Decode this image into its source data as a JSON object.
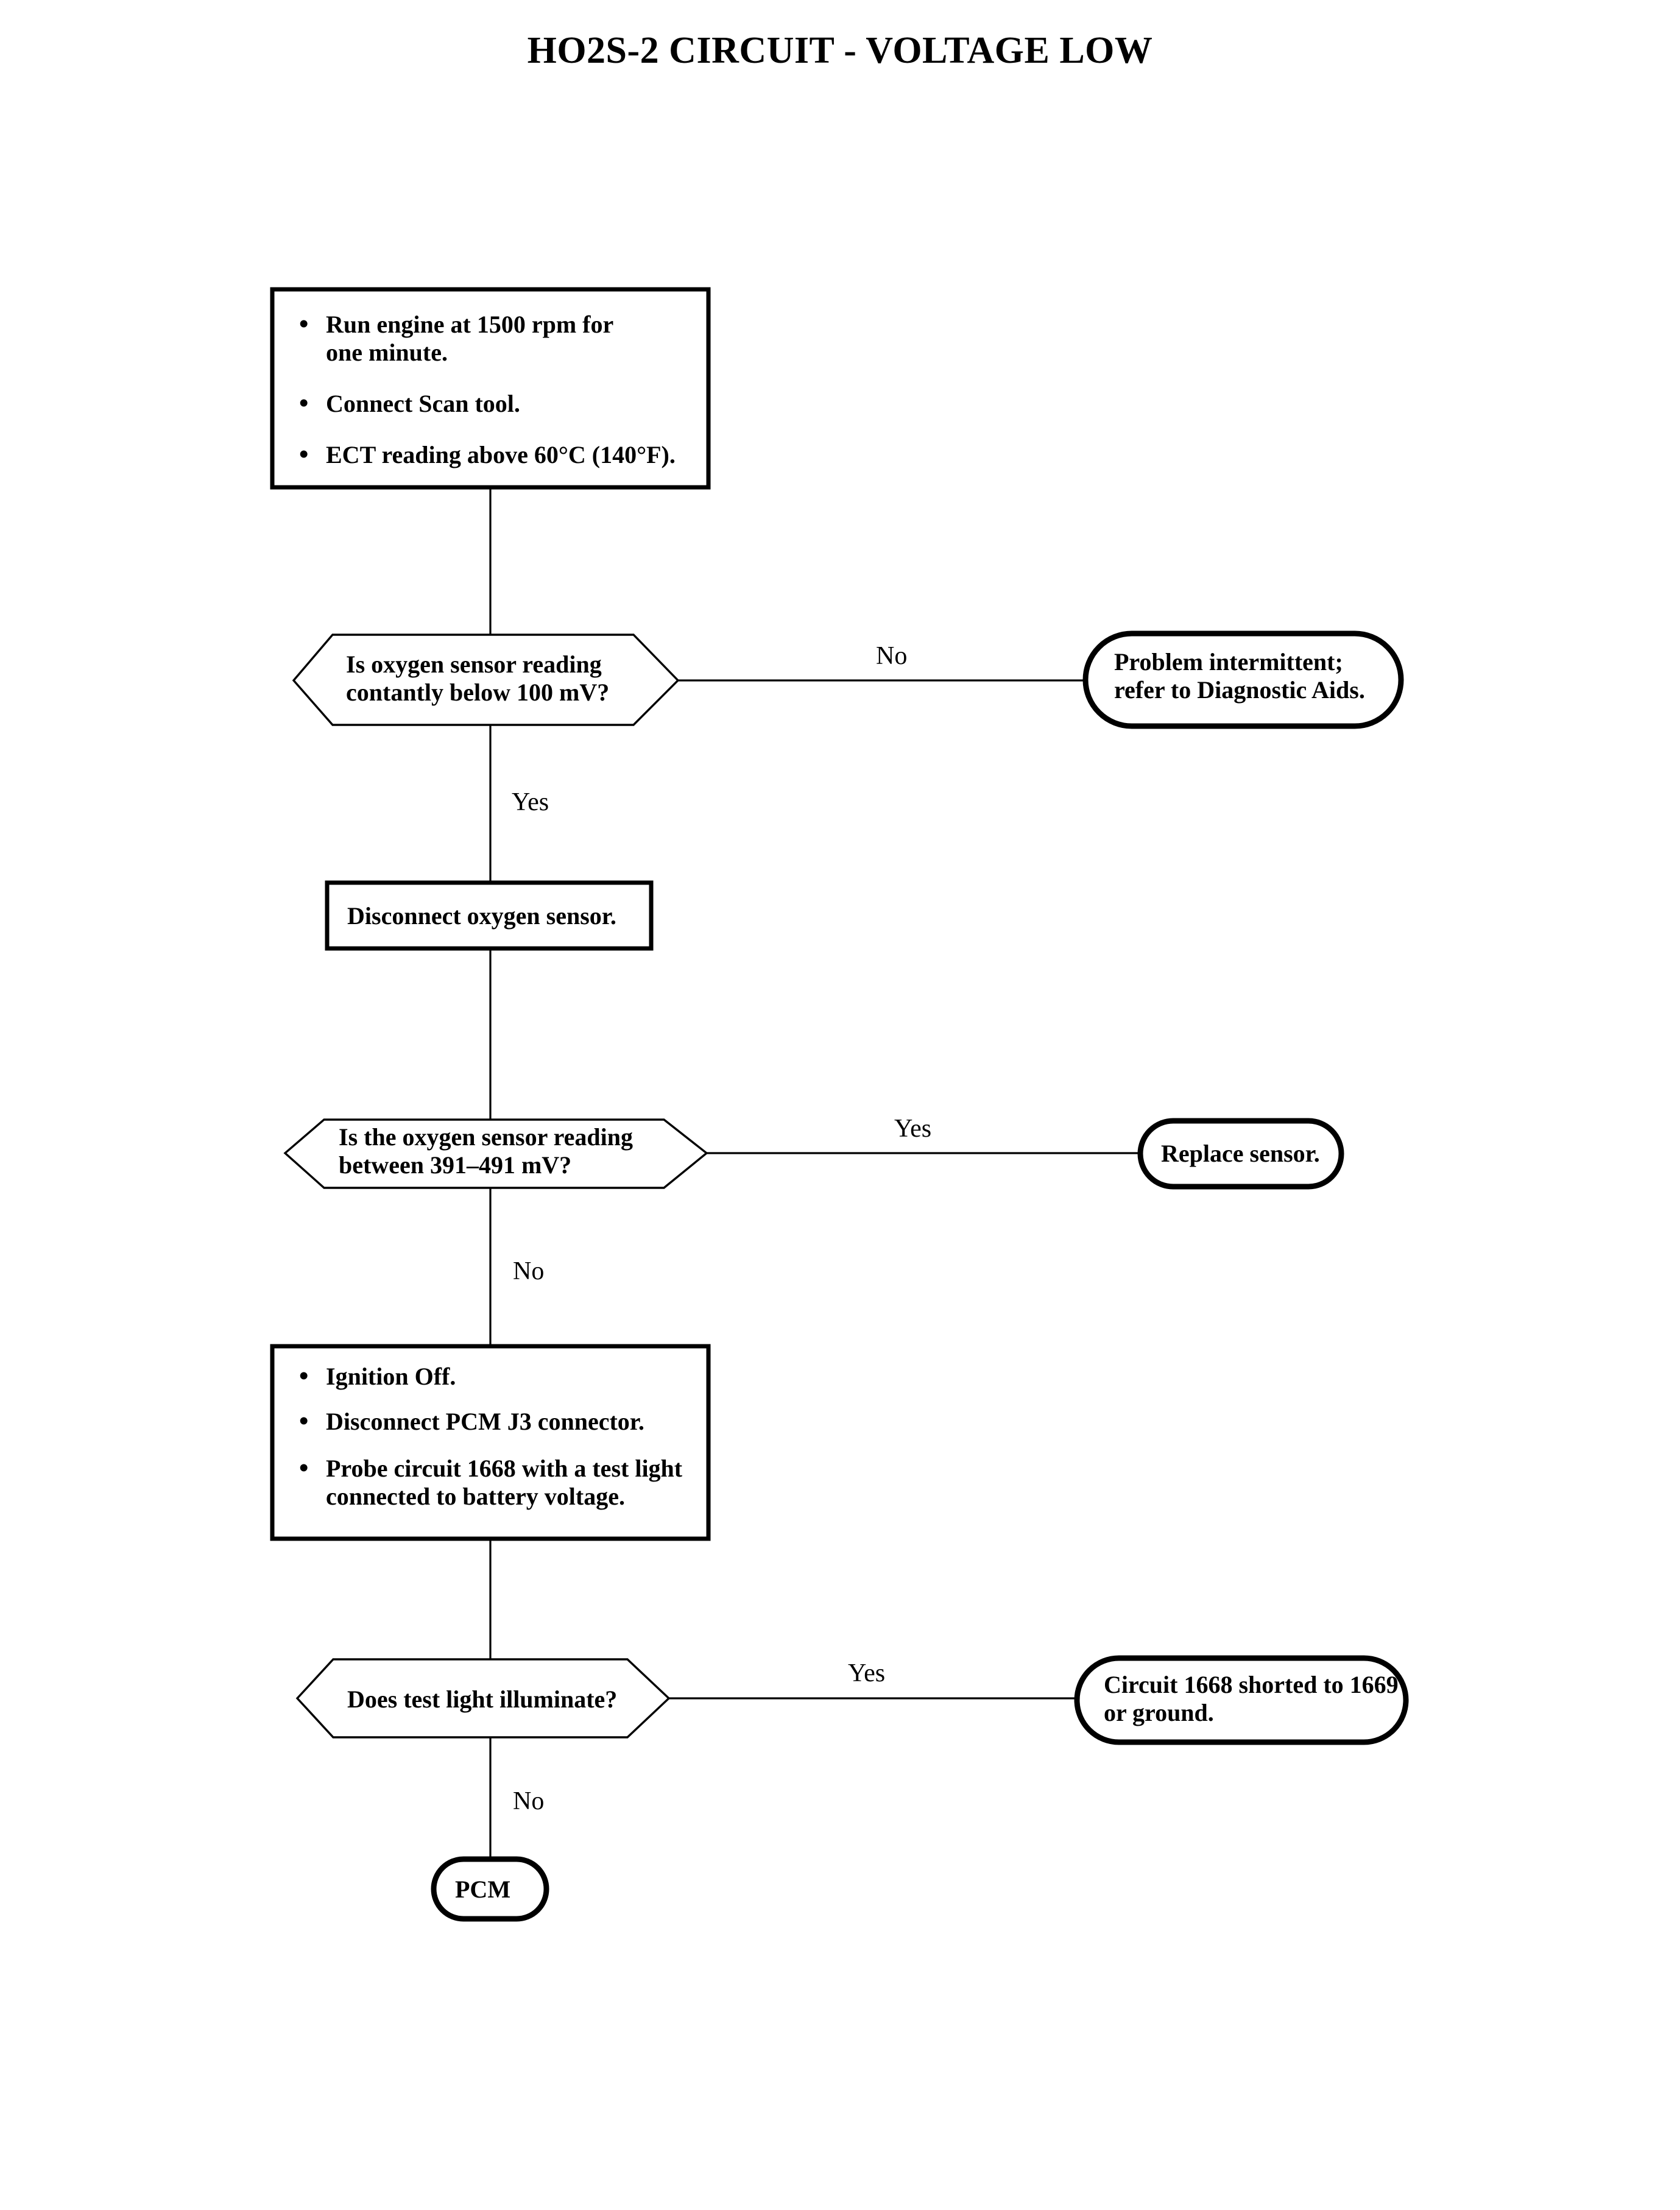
{
  "document": {
    "title": "HO2S-2 CIRCUIT - VOLTAGE LOW",
    "type": "diagnostic-flowchart"
  },
  "chart_data": {
    "type": "flowchart",
    "title": "HO2S-2 CIRCUIT - VOLTAGE LOW",
    "orientation": "top-to-bottom",
    "nodes": [
      {
        "id": "step1",
        "shape": "process-bulleted",
        "bullets": [
          "Run engine at 1500 rpm for one minute.",
          "Connect Scan tool.",
          "ECT reading above 60°C (140°F)."
        ]
      },
      {
        "id": "decision1",
        "shape": "hexagon-decision",
        "lines": [
          "Is oxygen sensor reading",
          "contantly below 100 mV?"
        ]
      },
      {
        "id": "terminal1",
        "shape": "rounded-terminator",
        "lines": [
          "Problem intermittent;",
          "refer to Diagnostic Aids."
        ]
      },
      {
        "id": "step2",
        "shape": "process",
        "lines": [
          "Disconnect oxygen sensor."
        ]
      },
      {
        "id": "decision2",
        "shape": "hexagon-decision",
        "lines": [
          "Is the oxygen sensor reading",
          "between 391–491 mV?"
        ]
      },
      {
        "id": "terminal2",
        "shape": "rounded-terminator",
        "lines": [
          "Replace sensor."
        ]
      },
      {
        "id": "step3",
        "shape": "process-bulleted",
        "bullets": [
          "Ignition Off.",
          "Disconnect PCM J3 connector.",
          "Probe circuit 1668 with a test light connected to battery voltage."
        ]
      },
      {
        "id": "decision3",
        "shape": "hexagon-decision",
        "lines": [
          "Does test light illuminate?"
        ]
      },
      {
        "id": "terminal3",
        "shape": "rounded-terminator",
        "lines": [
          "Circuit 1668 shorted to 1669",
          "or ground."
        ]
      },
      {
        "id": "terminal4",
        "shape": "rounded-terminator",
        "lines": [
          "PCM"
        ]
      }
    ],
    "edges": [
      {
        "from": "step1",
        "to": "decision1",
        "label": ""
      },
      {
        "from": "decision1",
        "to": "terminal1",
        "label": "No"
      },
      {
        "from": "decision1",
        "to": "step2",
        "label": "Yes"
      },
      {
        "from": "step2",
        "to": "decision2",
        "label": ""
      },
      {
        "from": "decision2",
        "to": "terminal2",
        "label": "Yes"
      },
      {
        "from": "decision2",
        "to": "step3",
        "label": "No"
      },
      {
        "from": "step3",
        "to": "decision3",
        "label": ""
      },
      {
        "from": "decision3",
        "to": "terminal3",
        "label": "Yes"
      },
      {
        "from": "decision3",
        "to": "terminal4",
        "label": "No"
      }
    ]
  },
  "step1": {
    "bullet_glyph": "•",
    "b1_l1": "Run engine at 1500 rpm for",
    "b1_l2": "one minute.",
    "b2_l1": "Connect Scan tool.",
    "b3_l1": "ECT reading above 60°C (140°F)."
  },
  "decision1": {
    "line1": "Is oxygen sensor reading",
    "line2": "contantly below 100 mV?"
  },
  "terminal1": {
    "line1": "Problem intermittent;",
    "line2": "refer to Diagnostic Aids."
  },
  "step2": {
    "line1": "Disconnect oxygen sensor."
  },
  "decision2": {
    "line1": "Is the oxygen sensor reading",
    "line2": "between 391–491 mV?"
  },
  "terminal2": {
    "line1": "Replace sensor."
  },
  "step3": {
    "bullet_glyph": "•",
    "b1_l1": "Ignition Off.",
    "b2_l1": "Disconnect PCM J3 connector.",
    "b3_l1": "Probe circuit 1668 with a test light",
    "b3_l2": "connected to battery voltage."
  },
  "decision3": {
    "line1": "Does test light illuminate?"
  },
  "terminal3": {
    "line1": "Circuit 1668 shorted to 1669",
    "line2": "or ground."
  },
  "terminal4": {
    "line1": "PCM"
  },
  "labels": {
    "no1": "No",
    "yes1": "Yes",
    "yes2": "Yes",
    "no2": "No",
    "yes3": "Yes",
    "no3": "No"
  },
  "colors": {
    "ink": "#000000",
    "paper": "#ffffff"
  }
}
